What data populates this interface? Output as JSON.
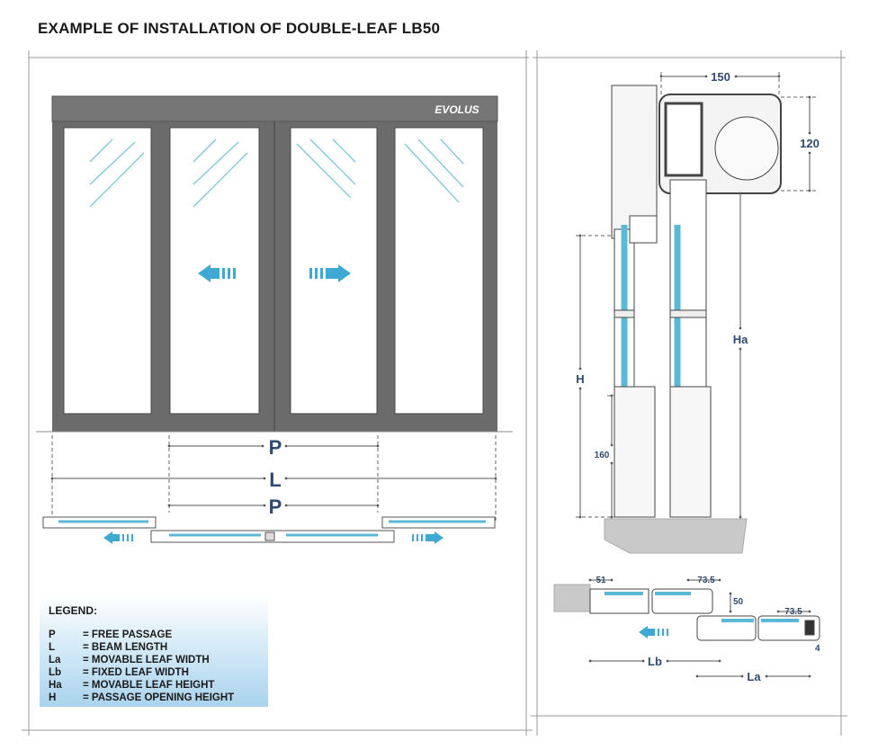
{
  "title": "EXAMPLE OF INSTALLATION OF DOUBLE-LEAF LB50",
  "brand_logo": "EVOLUS",
  "front_view": {
    "dimensions": {
      "p_top": "P",
      "l": "L",
      "p_plan": "P"
    }
  },
  "section_view": {
    "dimensions": {
      "width_top": "150",
      "height_top": "120",
      "ha": "Ha",
      "h": "H",
      "bottom": "160"
    }
  },
  "plan_detail": {
    "dimensions": {
      "d51": "51",
      "d73_left": "73.5",
      "d50": "50",
      "d73_right": "73.5",
      "d4": "4",
      "lb": "Lb",
      "la": "La"
    }
  },
  "legend": {
    "heading": "LEGEND:",
    "items": [
      {
        "key": "P",
        "value": "= FREE PASSAGE"
      },
      {
        "key": "L",
        "value": "= BEAM LENGTH"
      },
      {
        "key": "La",
        "value": "= MOVABLE LEAF WIDTH"
      },
      {
        "key": "Lb",
        "value": "= FIXED LEAF WIDTH"
      },
      {
        "key": "Ha",
        "value": "= MOVABLE LEAF HEIGHT"
      },
      {
        "key": "H",
        "value": "= PASSAGE OPENING HEIGHT"
      }
    ]
  },
  "colors": {
    "frame": "#6b6b6b",
    "glass": "#5bb8d6",
    "dimension": "#2f4a6e"
  }
}
